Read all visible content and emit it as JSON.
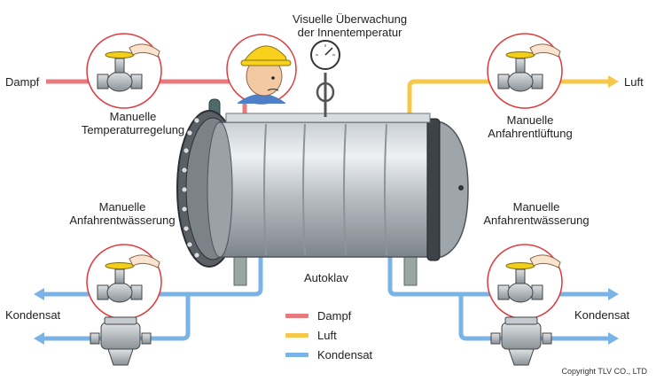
{
  "labels": {
    "visual_monitoring_line1": "Visuelle Überwachung",
    "visual_monitoring_line2": "der Innentemperatur",
    "manual_temp_line1": "Manuelle",
    "manual_temp_line2": "Temperaturregelung",
    "manual_vent_line1": "Manuelle",
    "manual_vent_line2": "Anfahrentlüftung",
    "manual_drain_left_line1": "Manuelle",
    "manual_drain_left_line2": "Anfahrentwässerung",
    "manual_drain_right_line1": "Manuelle",
    "manual_drain_right_line2": "Anfahrentwässerung",
    "steam_inlet": "Dampf",
    "air_outlet": "Luft",
    "condensate_left": "Kondensat",
    "condensate_right": "Kondensat",
    "autoclave": "Autoklav"
  },
  "legend": [
    {
      "label": "Dampf",
      "color": "#e8797c"
    },
    {
      "label": "Luft",
      "color": "#f5c84a"
    },
    {
      "label": "Kondensat",
      "color": "#7ab4e6"
    }
  ],
  "copyright": "Copyright TLV CO., LTD",
  "colors": {
    "steam": "#e8797c",
    "air": "#f5c84a",
    "condensate": "#7ab4e6",
    "circle": "#e0393c"
  }
}
